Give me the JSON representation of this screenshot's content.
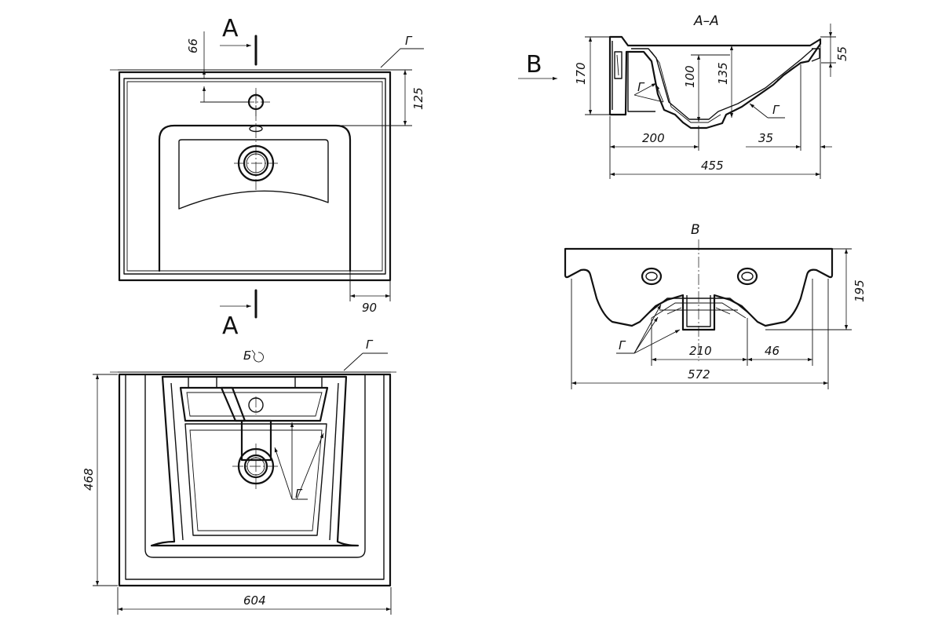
{
  "section_marker_top": "A",
  "section_marker_bottom": "A",
  "view_label_b": "B",
  "section_title": "A–A",
  "view_b_title": "B",
  "view_bottom_label": "Б",
  "surface_label": "Г",
  "dimensions": {
    "d66": "66",
    "d125": "125",
    "d90": "90",
    "d468": "468",
    "d604": "604",
    "d170": "170",
    "d100": "100",
    "d135": "135",
    "d55": "55",
    "d200": "200",
    "d35": "35",
    "d455": "455",
    "d195": "195",
    "d210": "210",
    "d46": "46",
    "d572": "572"
  }
}
